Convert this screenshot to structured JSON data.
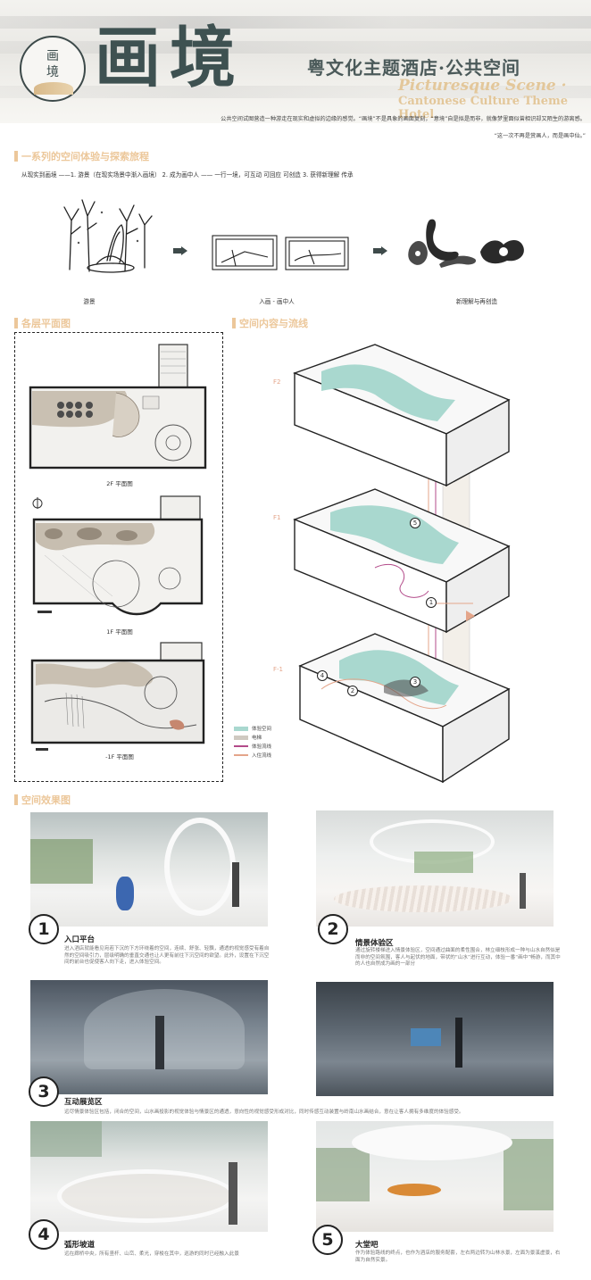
{
  "header": {
    "logo_char": "画境",
    "title": "画境",
    "subtitle_cn": "粤文化主题酒店·公共空间",
    "title_en": "Picturesque Scene ·",
    "subtitle_en": "Cantonese Culture Theme Hotel",
    "intro": "公共空间试图营造一种游走在现实和虚拟的边缘的感觉。“画境”不是具象的画面复刻，“意境”自是拟是而非，就像梦里面似曾相识却又陌生的游离感。",
    "quote": "“这一次不再是赏画人，而是画中仙。”"
  },
  "sections": {
    "exploration": "一系列的空间体验与探索旅程",
    "floor_plans": "各层平面图",
    "space_flow": "空间内容与流线",
    "renderings": "空间效果图"
  },
  "flow": {
    "text": "从现实到画境 ——1. 游景（在现实场景中渐入画境）    2. 成为画中人 —— 一行一境，可互动 可回应 可创造        3. 获得新理解 传承",
    "labels": [
      "游景",
      "入画 - 画中人",
      "新理解与再创造"
    ]
  },
  "plans": {
    "f2_label": "2F 平面图",
    "f1_label": "1F 平面图",
    "b1_label": "-1F 平面图"
  },
  "axon": {
    "floors": [
      "F2",
      "F1",
      "F-1"
    ],
    "markers": [
      "1",
      "2",
      "3",
      "4",
      "5"
    ],
    "legend": [
      {
        "label": "体验空间",
        "color": "#a9d8cf"
      },
      {
        "label": "电梯",
        "color": "#cfc9c1"
      },
      {
        "label": "体验流线",
        "color": "#b34b8a"
      },
      {
        "label": "入住流线",
        "color": "#e4a58a"
      }
    ]
  },
  "renders": [
    {
      "num": "1",
      "title": "入口平台",
      "text": "进入酒店就能看见宛若下沉的下方环绕着的空间，连续、舒张、轻飘，通透的视觉感受有着自然的空间吸引力，层级明确的垂直交通也让人更有前往下沉空间的欲望。此外，设置在下沉空间的前台也促使客人向下走，进入体验空间。"
    },
    {
      "num": "2",
      "title": "情景体验区",
      "text": "通过旋转楼梯进入情景体验区，空间通过曲面的柔性围合，林立细枝形成一种与山水自然似是而非的空间氛围，客人与起伏的地面，带状的“山水”进行互动，体验一番“画中”畅游，而其中的人也自然成为画的一部分"
    },
    {
      "num": "3",
      "title": "互动展览区",
      "text": "远尽情景体验区包括，闭合的空间，山水画投影的视觉体验与情景区的通透，意向性的视觉感受形成对比，同时传感互动装置与岭南山水画结合，意在让客人拥有多维度的体验感受。"
    },
    {
      "num": "4",
      "title": "弧形坡道",
      "text": "远在廊桥中央，所有竖杆、山峦、柔光，穿梭在其中，巡游的同时已经融入此景"
    },
    {
      "num": "5",
      "title": "大堂吧",
      "text": "作为体验路线的终点，也作为酒店的服务配套，左右两边转为山林水景，左面为景溪虚景，右面为自然实景。"
    }
  ]
}
